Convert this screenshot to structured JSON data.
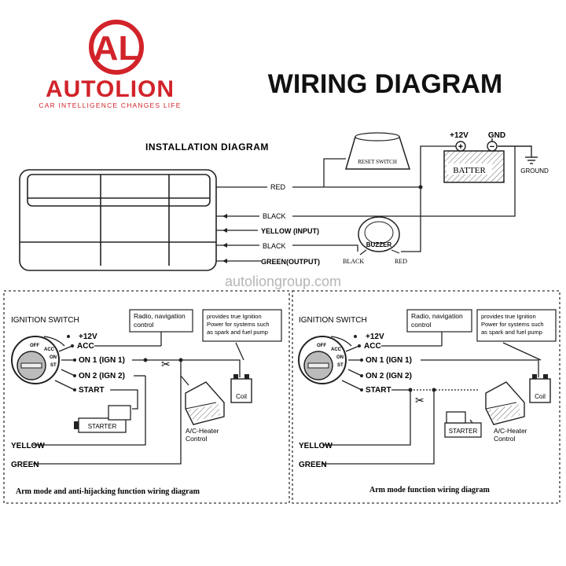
{
  "brand": {
    "logo_letters": "AL",
    "name": "AUTOLION",
    "tagline": "CAR INTELLIGENCE CHANGES LIFE",
    "color": "#d2232a"
  },
  "title": "WIRING DIAGRAM",
  "installation": {
    "heading": "INSTALLATION DIAGRAM",
    "reset_switch": "RESET SWITCH",
    "battery": "BATTER",
    "plus12v": "+12V",
    "gnd": "GND",
    "ground": "GROUND",
    "plus_sign": "+",
    "minus_sign": "−",
    "wires": {
      "red": "RED",
      "black1": "BLACK",
      "yellow": "YELLOW (INPUT)",
      "black2": "BLACK",
      "green": "GREEN(OUTPUT)"
    },
    "buzzer": "BUZZER",
    "buzzer_black": "BLACK",
    "buzzer_red": "RED"
  },
  "watermark": "autoliongroup.com",
  "panels": [
    {
      "ignition_switch": "IGNITION SWITCH",
      "plus12v": "+12V",
      "acc": "ACC",
      "on1": "ON 1 (IGN 1)",
      "on2": "ON 2 (IGN 2)",
      "start": "START",
      "radio_line1": "Radio, navigation",
      "radio_line2": "control",
      "note_line1": "provides true Ignition",
      "note_line2": "Power for systems such",
      "note_line3": "as spark and fuel pump",
      "coil": "Coil",
      "ac_line1": "A/C-Heater",
      "ac_line2": "Control",
      "starter": "STARTER",
      "yellow": "YELLOW",
      "green": "GREEN",
      "dial_off": "OFF",
      "dial_acc": "ACC",
      "dial_on": "ON",
      "dial_st": "ST",
      "caption": "Arm mode and anti-hijacking function  wiring diagram"
    },
    {
      "ignition_switch": "IGNITION SWITCH",
      "plus12v": "+12V",
      "acc": "ACC",
      "on1": "ON 1 (IGN 1)",
      "on2": "ON 2 (IGN 2)",
      "start": "START",
      "radio_line1": "Radio, navigation",
      "radio_line2": "control",
      "note_line1": "provides true Ignition",
      "note_line2": "Power for systems such",
      "note_line3": "as spark and fuel pump",
      "coil": "Coil",
      "ac_line1": "A/C-Heater",
      "ac_line2": "Control",
      "starter": "STARTER",
      "yellow": "YELLOW",
      "green": "GREEN",
      "dial_off": "OFF",
      "dial_acc": "ACC",
      "dial_on": "ON",
      "dial_st": "ST",
      "caption": "Arm mode function  wiring diagram"
    }
  ]
}
